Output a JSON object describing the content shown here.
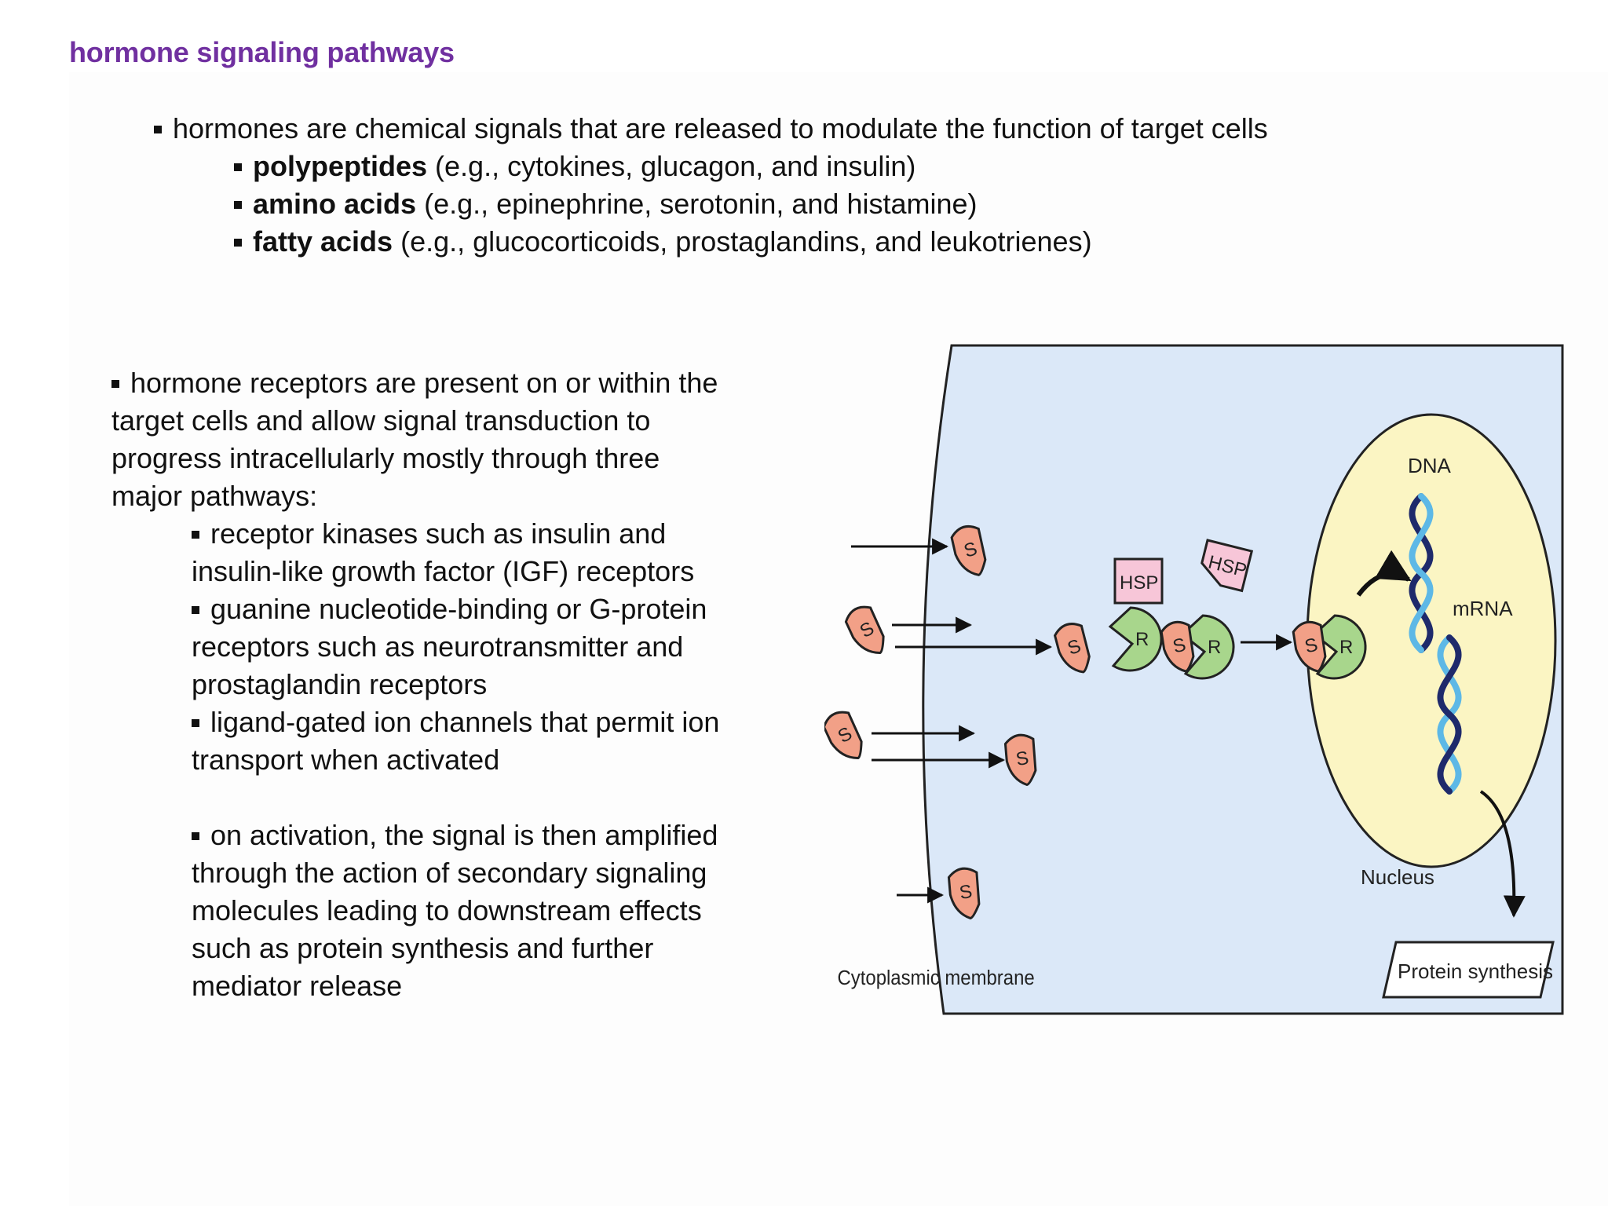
{
  "title": "hormone signaling pathways",
  "top_section": {
    "intro": "hormones are chemical signals that are released to modulate the function of target cells",
    "items": [
      {
        "term": "polypeptides",
        "examples": " (e.g., cytokines, glucagon, and insulin)"
      },
      {
        "term": "amino acids",
        "examples": " (e.g., epinephrine, serotonin, and histamine)"
      },
      {
        "term": "fatty acids",
        "examples": " (e.g., glucocorticoids, prostaglandins, and leukotrienes)"
      }
    ]
  },
  "receptors_section": {
    "intro_lines": [
      "hormone receptors are present on or within the",
      "target cells and allow signal transduction to",
      "progress intracellularly mostly through three",
      "major pathways:"
    ],
    "pathways": [
      [
        "receptor kinases such as insulin and",
        "insulin-like growth factor (IGF) receptors"
      ],
      [
        "guanine nucleotide-binding or G-protein",
        "receptors such as neurotransmitter and",
        "prostaglandin receptors"
      ],
      [
        "ligand-gated ion channels that permit ion",
        "transport when activated"
      ]
    ],
    "activation_lines": [
      "on activation, the signal is then amplified",
      "through the action of secondary signaling",
      "molecules leading to downstream effects",
      "such as protein synthesis and further",
      "mediator release"
    ]
  },
  "figure": {
    "labels": {
      "dna": "DNA",
      "mrna": "mRNA",
      "nucleus": "Nucleus",
      "membrane": "Cytoplasmic membrane",
      "protein": "Protein synthesis",
      "hsp": "HSP",
      "steroid": "S",
      "receptor": "R"
    },
    "colors": {
      "cytoplasm": "#dbe8f8",
      "nucleus": "#fbf5c3",
      "steroid": "#f2a087",
      "receptor": "#a8d68c",
      "hsp": "#f7c6d8",
      "dna_dark": "#1f2a6b",
      "dna_light": "#5db8e6"
    }
  }
}
